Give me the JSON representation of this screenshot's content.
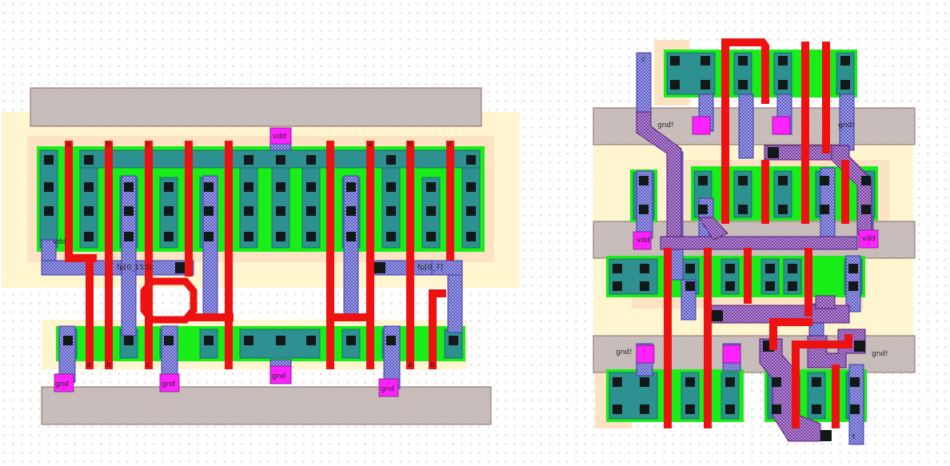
{
  "colors": {
    "well": "#fff6cf",
    "select": "#fde3c2",
    "active": "#19ee19",
    "poly": "#ee1111",
    "metal1": "#5f5fd0",
    "metal1_fill": "#8c8ce0",
    "metal2": "#7b3fa8",
    "metal2_fill": "#a67ad0",
    "diff": "#2e9a9a",
    "contact": "#101818",
    "rail": "#c8bcb8",
    "pin": "#ff22ff"
  },
  "labels": {
    "left_vdd_pin": "vdd",
    "left_vdd": "vdd",
    "left_gnd_1": "gnd",
    "left_gnd_2": "gnd",
    "left_gnd_3": "gnd",
    "left_gnd_4": "gnd",
    "left_fp1": "fp[0_153]",
    "left_fp2": "fp[0_7]",
    "gate_top_1": "a",
    "gate_top_2": "b",
    "gate_top_3": "c",
    "gate_top_4": "a",
    "gate_top_5": "b",
    "gate_top_6": "c",
    "gate_bot_1": "a",
    "gate_bot_2": "b",
    "gate_bot_3": "c",
    "gate_bot_4": "a",
    "gate_bot_5": "b",
    "right_gnd_1": "gnd!",
    "right_gnd_2": "gnd!",
    "right_gnd_3": "gnd!",
    "right_gnd_4": "gnd!",
    "right_vdd_1": "vdd",
    "right_vdd_2": "vdd",
    "right_in": "c",
    "right_out": "t"
  }
}
